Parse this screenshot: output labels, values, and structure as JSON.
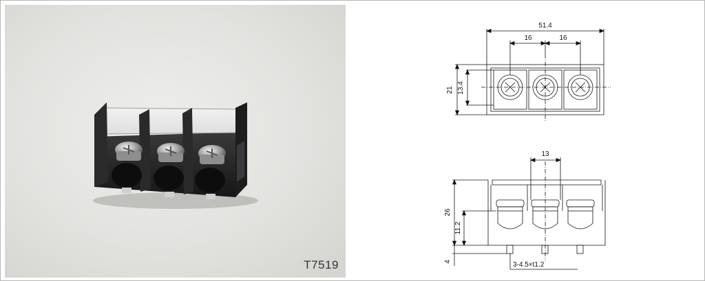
{
  "photo": {
    "model_label": "T7519"
  },
  "drawing": {
    "top_view": {
      "overall_width": "51.4",
      "pitch_left": "16",
      "pitch_right": "16",
      "height_total": "21",
      "height_inner": "13.4"
    },
    "side_view": {
      "screw_span": "13",
      "height_total": "26",
      "height_terminal": "11.2",
      "pin_length": "4",
      "pin_spec": "3-4.5×t1.2"
    }
  },
  "colors": {
    "housing": "#262626",
    "metal": "#b9b9b9",
    "line": "#111111"
  }
}
